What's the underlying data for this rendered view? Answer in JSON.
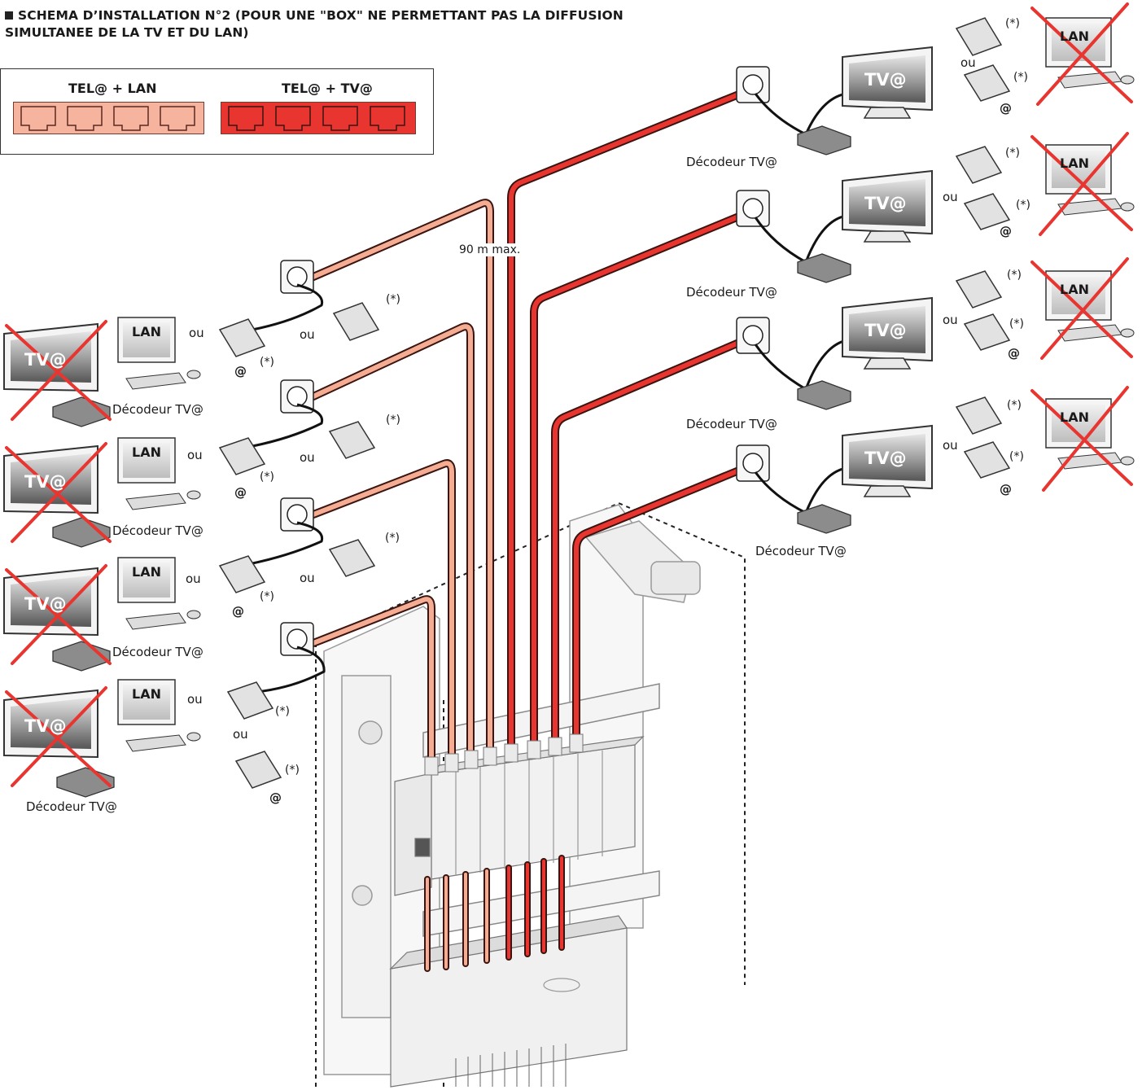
{
  "title": {
    "line1": "SCHEMA D’INSTALLATION N°2 (POUR UNE \"BOX\" NE PERMETTANT PAS LA DIFFUSION",
    "line2": "SIMULTANEE DE LA TV ET DU LAN)"
  },
  "legend": {
    "group1": {
      "label": "TEL@ + LAN",
      "color": "#f6b39d",
      "ports": 4
    },
    "group2": {
      "label": "TEL@ + TV@",
      "color": "#e8352f",
      "ports": 4
    }
  },
  "labels": {
    "decoder": "Décodeur TV@",
    "or": "ou",
    "optional": "(*)",
    "at": "@",
    "tv_screen": "TV@",
    "lan_screen": "LAN",
    "max_length": "90 m max."
  },
  "colors": {
    "lan_cable": "#f4ac93",
    "tv_cable": "#e8352f",
    "cable_outline": "#3a1410",
    "cross": "#e8352f"
  }
}
